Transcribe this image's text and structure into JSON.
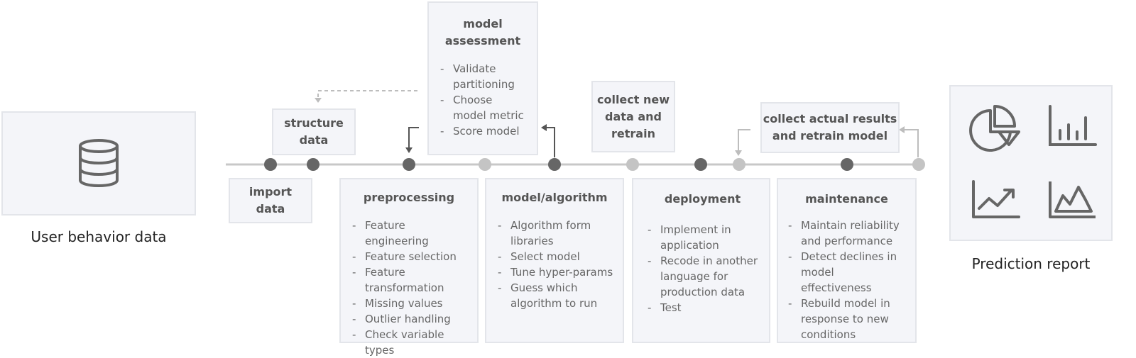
{
  "left_panel": {
    "caption": "User behavior data",
    "icon": "database-icon"
  },
  "right_panel": {
    "caption": "Prediction report",
    "icons": [
      "pie-chart-icon",
      "bar-chart-icon",
      "trend-line-icon",
      "area-chart-icon"
    ]
  },
  "stages": {
    "import_data": {
      "title": "import\ndata"
    },
    "structure_data": {
      "title": "structure\ndata"
    },
    "model_assessment": {
      "title": "model\nassessment",
      "items": [
        "Validate partitioning",
        "Choose model metric",
        "Score model"
      ]
    },
    "collect_new_data": {
      "title": "collect new\ndata and\nretrain"
    },
    "collect_actual_results": {
      "title": "collect actual results\nand retrain model"
    },
    "preprocessing": {
      "title": "preprocessing",
      "items": [
        "Feature engineering",
        "Feature selection",
        "Feature transformation",
        "Missing values",
        "Outlier handling",
        "Check variable types"
      ]
    },
    "model_algorithm": {
      "title": "model/algorithm",
      "items": [
        "Algorithm form libraries",
        "Select model",
        "Tune hyper-params",
        "Guess which algorithm to run"
      ]
    },
    "deployment": {
      "title": "deployment",
      "items": [
        "Implement in application",
        "Recode in another language for production data",
        "Test"
      ]
    },
    "maintenance": {
      "title": "maintenance",
      "items": [
        "Maintain reliability and performance",
        "Detect declines in model effectiveness",
        "Rebuild model in response to new conditions"
      ]
    }
  },
  "colors": {
    "dark_dot": "#666666",
    "light_dot": "#c4c4c4",
    "line": "#c8c8c8",
    "box_bg": "#f4f5f9",
    "box_border": "#e3e5ea"
  }
}
